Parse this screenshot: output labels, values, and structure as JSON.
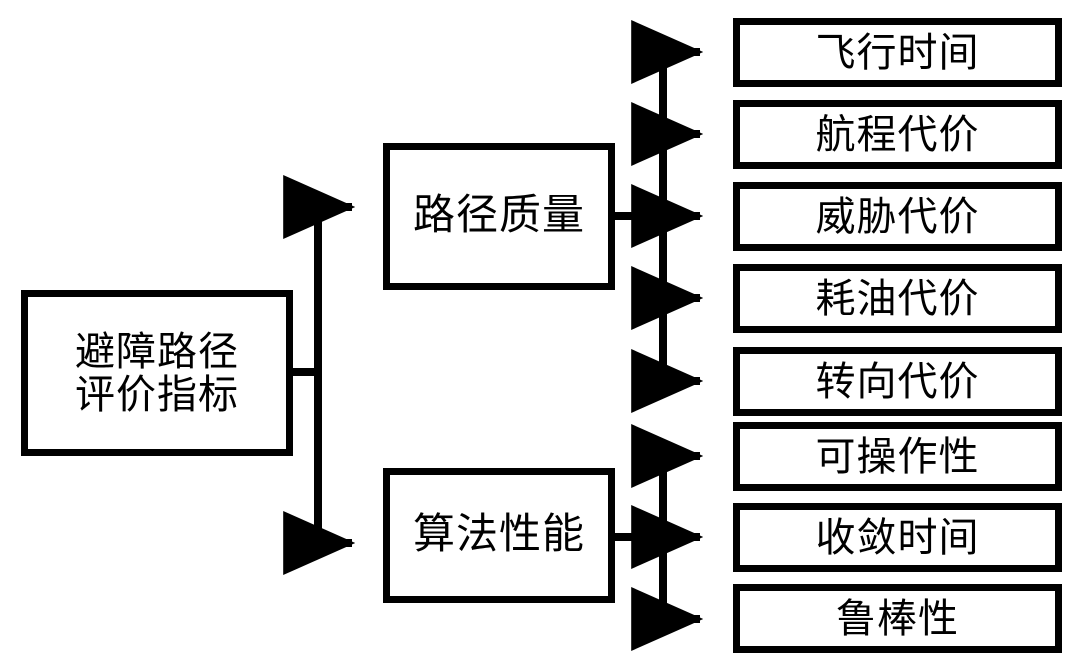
{
  "diagram": {
    "title": "避障路径评价指标",
    "type": "hierarchy-tree",
    "orientation": "left-to-right",
    "colors": {
      "background": "#ffffff",
      "box_border": "#000000",
      "box_fill": "#ffffff",
      "connector": "#000000",
      "text": "#000000"
    },
    "root": {
      "id": "root",
      "label": "避障路径\n评价指标",
      "label_lines": [
        "避障路径",
        "评价指标"
      ]
    },
    "branches": [
      {
        "id": "path-quality",
        "label": "路径质量",
        "children": [
          {
            "id": "flight-time",
            "label": "飞行时间"
          },
          {
            "id": "range-cost",
            "label": "航程代价"
          },
          {
            "id": "threat-cost",
            "label": "威胁代价"
          },
          {
            "id": "fuel-cost",
            "label": "耗油代价"
          },
          {
            "id": "turn-cost",
            "label": "转向代价"
          }
        ]
      },
      {
        "id": "algorithm-performance",
        "label": "算法性能",
        "children": [
          {
            "id": "operability",
            "label": "可操作性"
          },
          {
            "id": "convergence-time",
            "label": "收敛时间"
          },
          {
            "id": "robustness",
            "label": "鲁棒性"
          }
        ]
      }
    ],
    "leaves": [
      {
        "id": "flight-time",
        "label": "飞行时间"
      },
      {
        "id": "range-cost",
        "label": "航程代价"
      },
      {
        "id": "threat-cost",
        "label": "威胁代价"
      },
      {
        "id": "fuel-cost",
        "label": "耗油代价"
      },
      {
        "id": "turn-cost",
        "label": "转向代价"
      },
      {
        "id": "operability",
        "label": "可操作性"
      },
      {
        "id": "convergence-time",
        "label": "收敛时间"
      },
      {
        "id": "robustness",
        "label": "鲁棒性"
      }
    ]
  }
}
